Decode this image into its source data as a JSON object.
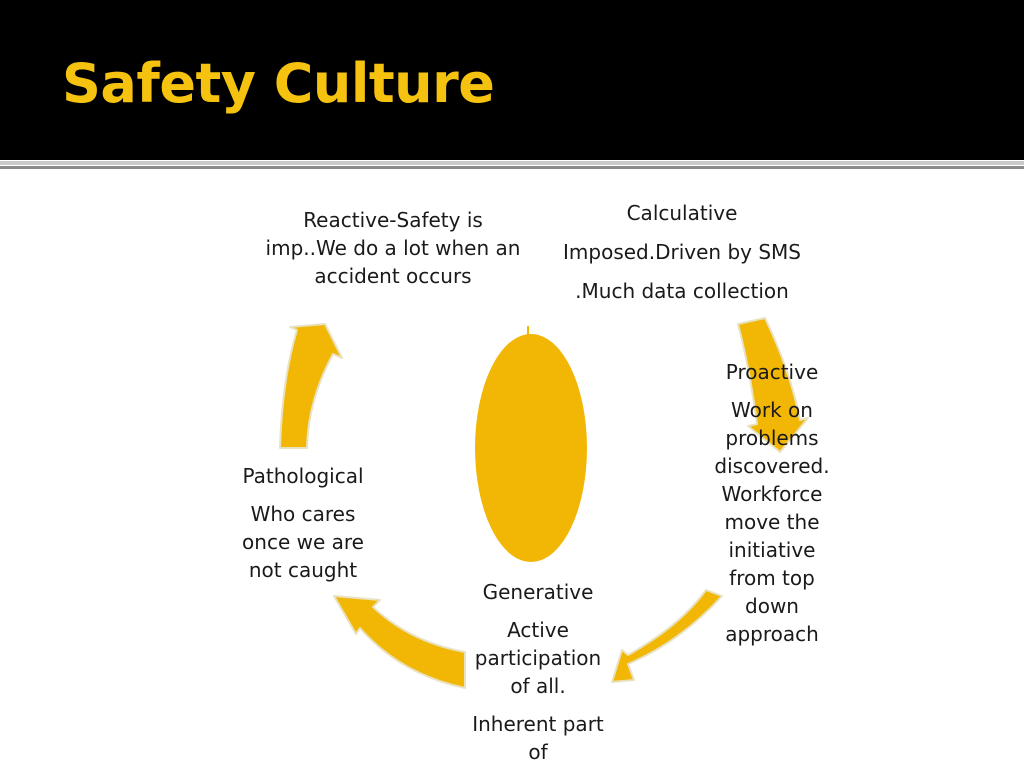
{
  "slide": {
    "title": "Safety Culture",
    "colors": {
      "header_bg": "#000000",
      "title": "#f5c30f",
      "arrow_fill": "#f2b705",
      "arrow_edge": "#e8e2c0",
      "ellipse_fill": "#f2b705",
      "text": "#1a1a1a"
    }
  },
  "stages": {
    "reactive": {
      "lines": [
        "Reactive-Safety is",
        "imp..We do a lot when an",
        "accident occurs"
      ]
    },
    "calculative": {
      "title": "Calculative",
      "lines": [
        "Imposed.Driven by SMS",
        ".Much data collection"
      ]
    },
    "proactive": {
      "title": "Proactive",
      "lines": [
        "Work on",
        "problems",
        "discovered.",
        "Workforce",
        "move  the",
        "initiative",
        "from top",
        "down",
        "approach"
      ]
    },
    "generative": {
      "title": "Generative",
      "lines": [
        "Active",
        "participation",
        "of all."
      ],
      "extra": [
        "Inherent part",
        "of"
      ]
    },
    "pathological": {
      "title": "Pathological",
      "lines": [
        "Who cares",
        "once we are",
        "not caught"
      ]
    }
  }
}
